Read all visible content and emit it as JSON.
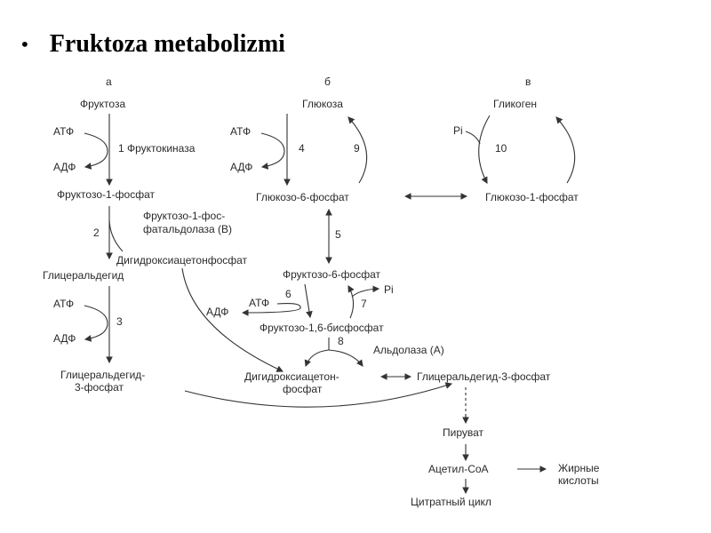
{
  "title": "Fruktoza metabolizmi",
  "bullet": "•",
  "diagram": {
    "panel_a": "а",
    "panel_b": "б",
    "panel_c": "в",
    "fructose": "Фруктоза",
    "atp": "АТФ",
    "adp": "АДФ",
    "pi": "Pi",
    "step1_label": "1 Фруктокиназа",
    "fructose_1_phosphate": "Фруктозо-1-фосфат",
    "step2_num": "2",
    "aldolase_b_line1": "Фруктозо-1-фос-",
    "aldolase_b_line2": "фатальдолаза (В)",
    "dhap_a": "Дигидроксиацетонфосфат",
    "glyceraldehyde": "Глицеральдегид",
    "step3_num": "3",
    "glyceraldehyde_3p_a_line1": "Глицеральдегид-",
    "glyceraldehyde_3p_a_line2": "3-фосфат",
    "glucose": "Глюкоза",
    "step4_num": "4",
    "step9_num": "9",
    "glucose_6_phosphate": "Глюкозо-6-фосфат",
    "step5_num": "5",
    "fructose_6_phosphate": "Фруктозо-6-фосфат",
    "step6_num": "6",
    "step7_num": "7",
    "fructose_16_bisphosphate": "Фруктозо-1,6-бисфосфат",
    "step8_num": "8",
    "aldolase_a": "Альдолаза (А)",
    "dhap_b_line1": "Дигидроксиацетон-",
    "dhap_b_line2": "фосфат",
    "glyceraldehyde_3p_b": "Глицеральдегид-3-фосфат",
    "pyruvate": "Пируват",
    "acetyl_coa": "Ацетил-СоА",
    "fatty_acids_line1": "Жирные",
    "fatty_acids_line2": "кислоты",
    "citrate_cycle": "Цитратный цикл",
    "glycogen": "Гликоген",
    "step10_num": "10",
    "glucose_1_phosphate": "Глюкозо-1-фосфат"
  }
}
